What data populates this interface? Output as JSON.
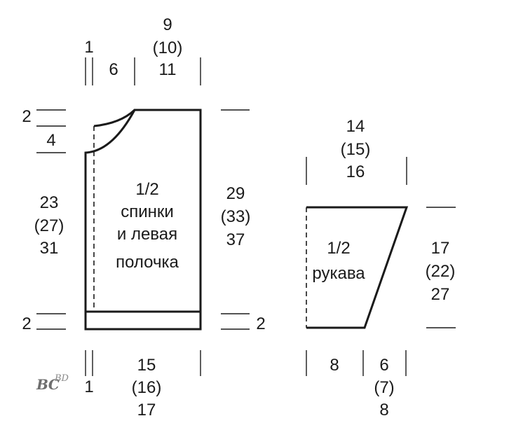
{
  "body_piece": {
    "label": [
      "1/2",
      "спинки",
      "и левая",
      "полочка"
    ],
    "top_left_width": "1",
    "neck_width": "6",
    "shoulder_width": [
      "9",
      "(10)",
      "11"
    ],
    "neck_depth_top": "2",
    "neck_depth": "4",
    "side_height": [
      "23",
      "(27)",
      "31"
    ],
    "total_height": [
      "29",
      "(33)",
      "37"
    ],
    "hem_left": "2",
    "hem_right": "2",
    "bottom_left_width": "1",
    "bottom_width": [
      "15",
      "(16)",
      "17"
    ]
  },
  "sleeve_piece": {
    "label": [
      "1/2",
      "рукава"
    ],
    "top_width": [
      "14",
      "(15)",
      "16"
    ],
    "height": [
      "17",
      "(22)",
      "27"
    ],
    "bottom_left_width": "8",
    "bottom_right_width": [
      "6",
      "(7)",
      "8"
    ]
  },
  "logo": {
    "main": "ВС",
    "small": "BD"
  }
}
